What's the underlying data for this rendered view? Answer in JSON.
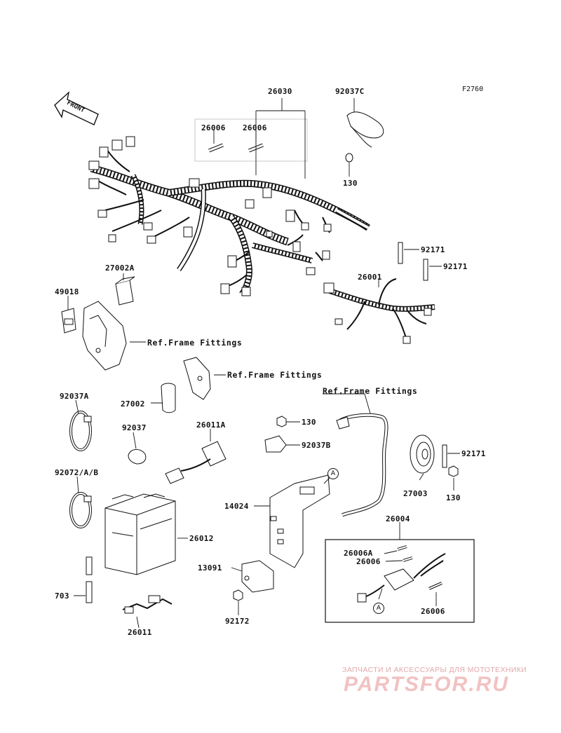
{
  "figure_code": "F2760",
  "front_label": "FRONT",
  "callouts": {
    "c26030": "26030",
    "c92037C": "92037C",
    "c26006_1": "26006",
    "c26006_2": "26006",
    "c130_top": "130",
    "c92171_1": "92171",
    "c92171_2": "92171",
    "c27002A": "27002A",
    "c49018": "49018",
    "c26001": "26001",
    "c27002": "27002",
    "c92037A": "92037A",
    "c92037": "92037",
    "c26011A": "26011A",
    "c130_mid": "130",
    "c92037B": "92037B",
    "c92171_3": "92171",
    "c92072": "92072/A/B",
    "c27003": "27003",
    "c130_low": "130",
    "c14024": "14024",
    "c26004": "26004",
    "c26012": "26012",
    "c26006A": "26006A",
    "c26006_3": "26006",
    "c13091": "13091",
    "c703": "703",
    "c26006_4": "26006",
    "c92172": "92172",
    "c26011": "26011"
  },
  "refs": {
    "r1": "Ref.Frame Fittings",
    "r2": "Ref.Frame Fittings",
    "r3": "Ref.Frame Fittings"
  },
  "markers": {
    "a1": "A",
    "a2": "A"
  },
  "watermark": {
    "line1": "ЗАПЧАСТИ И АКСЕССУАРЫ ДЛЯ МОТОТЕХНИКИ",
    "line2": "PARTSFOR.RU"
  }
}
